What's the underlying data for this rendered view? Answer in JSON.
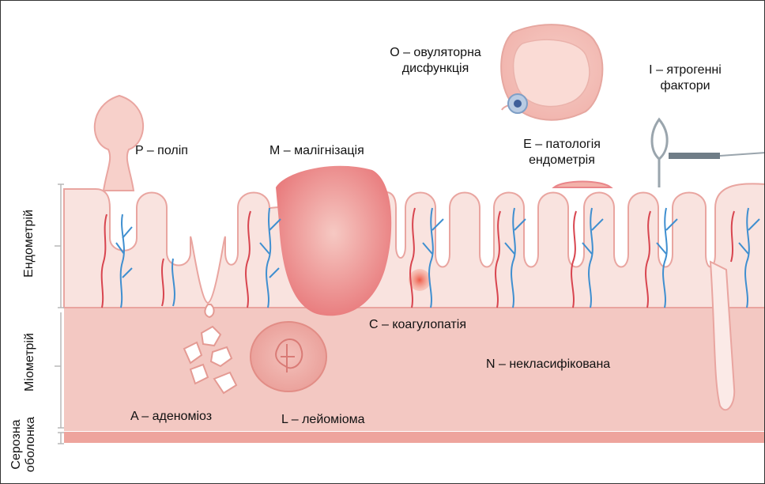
{
  "layers": {
    "endometrium": "Ендометрій",
    "myometrium": "Міометрій",
    "serosa_line1": "Серозна",
    "serosa_line2": "оболонка"
  },
  "labels": {
    "polyp": "P – поліп",
    "malignancy": "M – малігнізація",
    "ovulatory_line1": "O – овуляторна",
    "ovulatory_line2": "дисфункція",
    "iatrogenic_line1": "I – ятрогенні",
    "iatrogenic_line2": "фактори",
    "endometrial_line1": "E – патологія",
    "endometrial_line2": "ендометрія",
    "coagulopathy": "C – коагулопатія",
    "adenomyosis": "A – аденоміоз",
    "leiomyoma": "L – лейоміома",
    "not_classified": "N – некласифікована"
  },
  "colors": {
    "tissue_fill": "#f7dcd8",
    "tissue_line": "#e9a5a0",
    "myometrium": "#f3c8c2",
    "serosa": "#eea49d",
    "artery": "#d8454f",
    "vein": "#3f8fd0",
    "mass": "#ec8a8a"
  }
}
